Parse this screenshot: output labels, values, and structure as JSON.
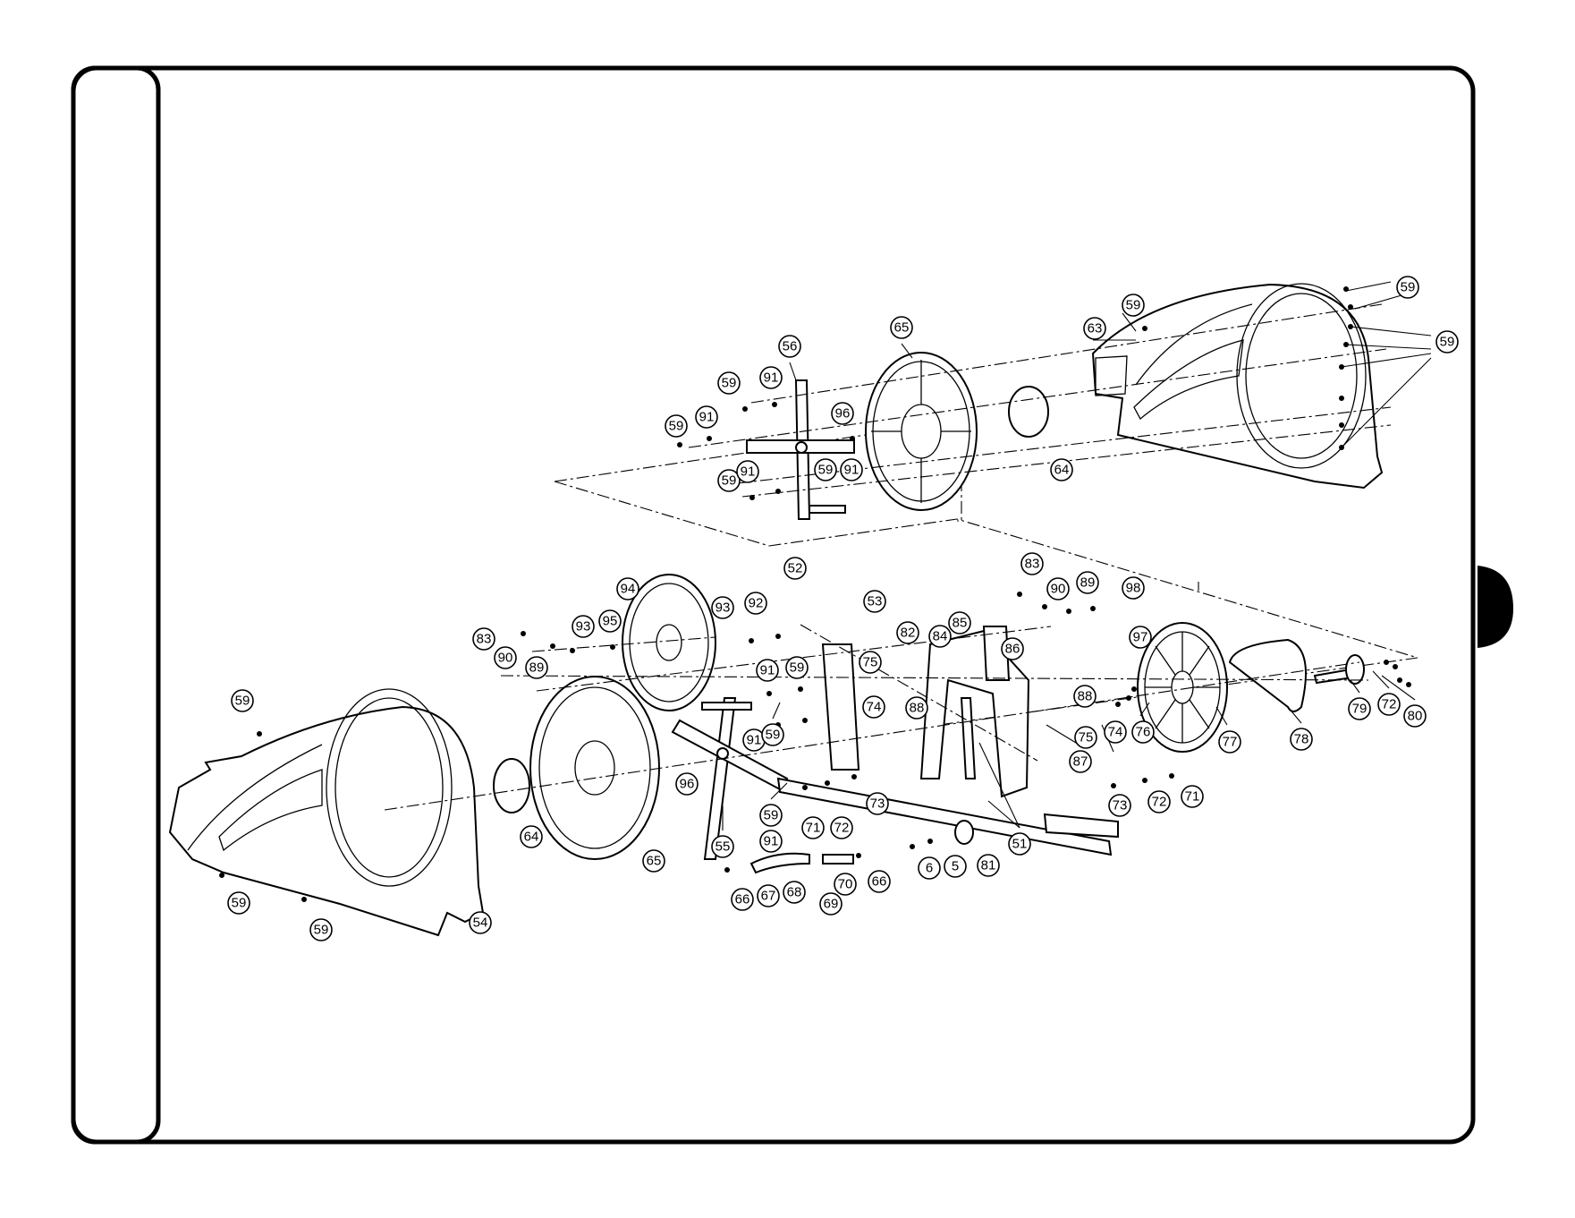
{
  "colors": {
    "ink": "#000000",
    "paper": "#ffffff"
  },
  "callouts": [
    "59",
    "59",
    "59",
    "63",
    "56",
    "65",
    "59",
    "91",
    "59",
    "91",
    "96",
    "59",
    "91",
    "59",
    "91",
    "64",
    "52",
    "53",
    "83",
    "90",
    "89",
    "98",
    "94",
    "93",
    "92",
    "97",
    "83",
    "93",
    "95",
    "90",
    "89",
    "82",
    "85",
    "84",
    "86",
    "88",
    "75",
    "88",
    "74",
    "75",
    "74",
    "76",
    "77",
    "78",
    "79",
    "72",
    "80",
    "91",
    "59",
    "91",
    "59",
    "87",
    "59",
    "64",
    "65",
    "96",
    "55",
    "91",
    "59",
    "71",
    "72",
    "73",
    "73",
    "72",
    "71",
    "51",
    "66",
    "67",
    "68",
    "69",
    "70",
    "66",
    "6",
    "5",
    "81",
    "59",
    "59",
    "54"
  ]
}
